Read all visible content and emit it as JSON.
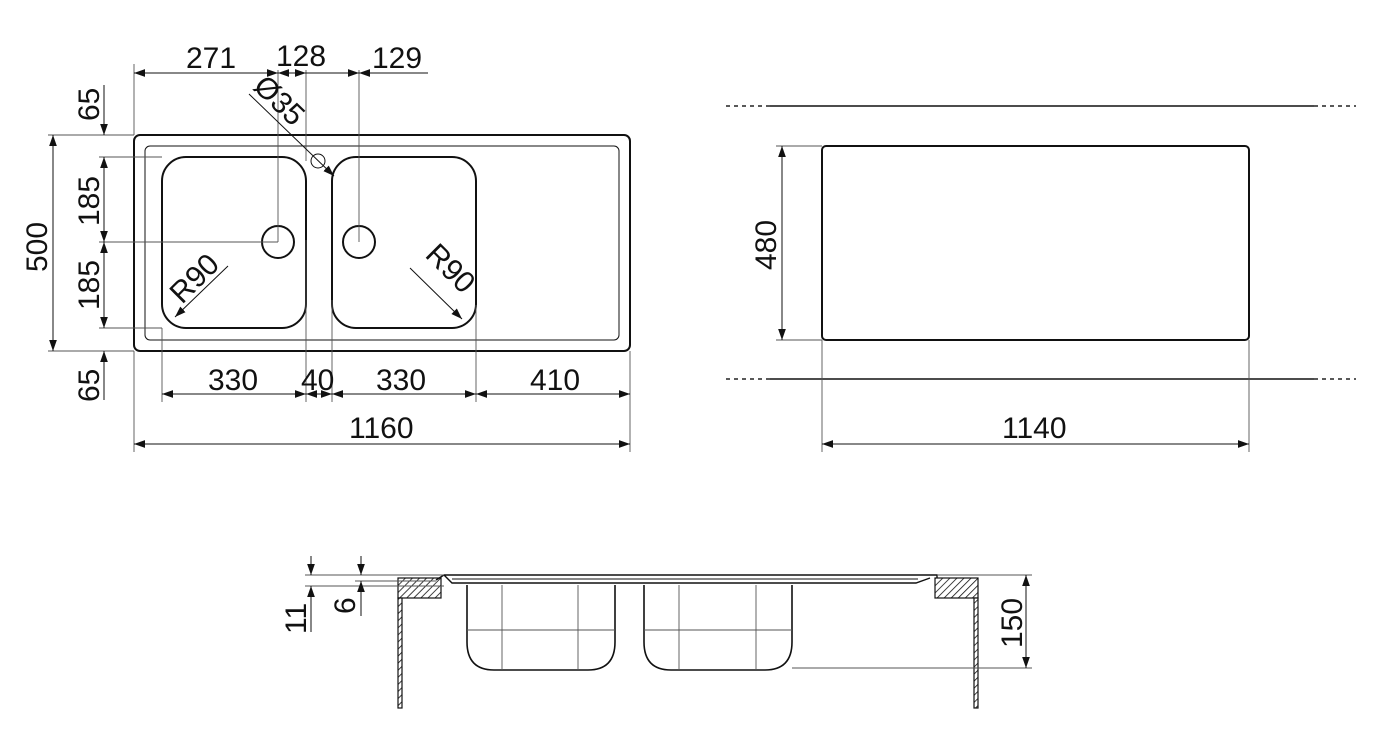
{
  "dimensions": {
    "top_left": "271",
    "top_mid": "128",
    "top_right": "129",
    "tap_hole": "Ø35",
    "left_top_margin": "65",
    "left_upper": "185",
    "left_lower": "185",
    "left_bottom_margin": "65",
    "total_depth": "500",
    "radius_left": "R90",
    "radius_right": "R90",
    "bowl_left": "330",
    "bowl_gap": "40",
    "bowl_right": "330",
    "drainer": "410",
    "total_width": "1160",
    "cutout_depth": "480",
    "cutout_width": "1140",
    "rim_thickness": "11",
    "lip": "6",
    "bowl_height": "150"
  }
}
